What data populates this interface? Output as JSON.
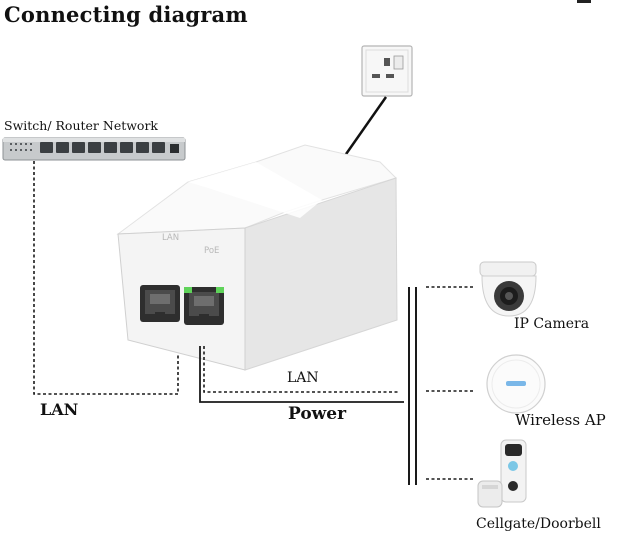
{
  "title": "Connecting diagram",
  "labels": {
    "switch": "Switch/ Router Network",
    "lan_left": "LAN",
    "lan_mid": "LAN",
    "power": "Power",
    "ip_camera": "IP Camera",
    "wireless_ap": "Wireless AP",
    "doorbell": "Cellgate/Doorbell"
  },
  "injector_ports": {
    "lan": "LAN",
    "poe": "PoE"
  },
  "colors": {
    "line": "#1a1a1a",
    "device_body": "#f2f2f2",
    "switch_body": "#c7cacc",
    "poe_led": "#5fd35a"
  },
  "icons": [
    "wall-socket-icon",
    "network-switch-icon",
    "poe-injector-icon",
    "ip-camera-icon",
    "wireless-ap-icon",
    "doorbell-icon"
  ]
}
